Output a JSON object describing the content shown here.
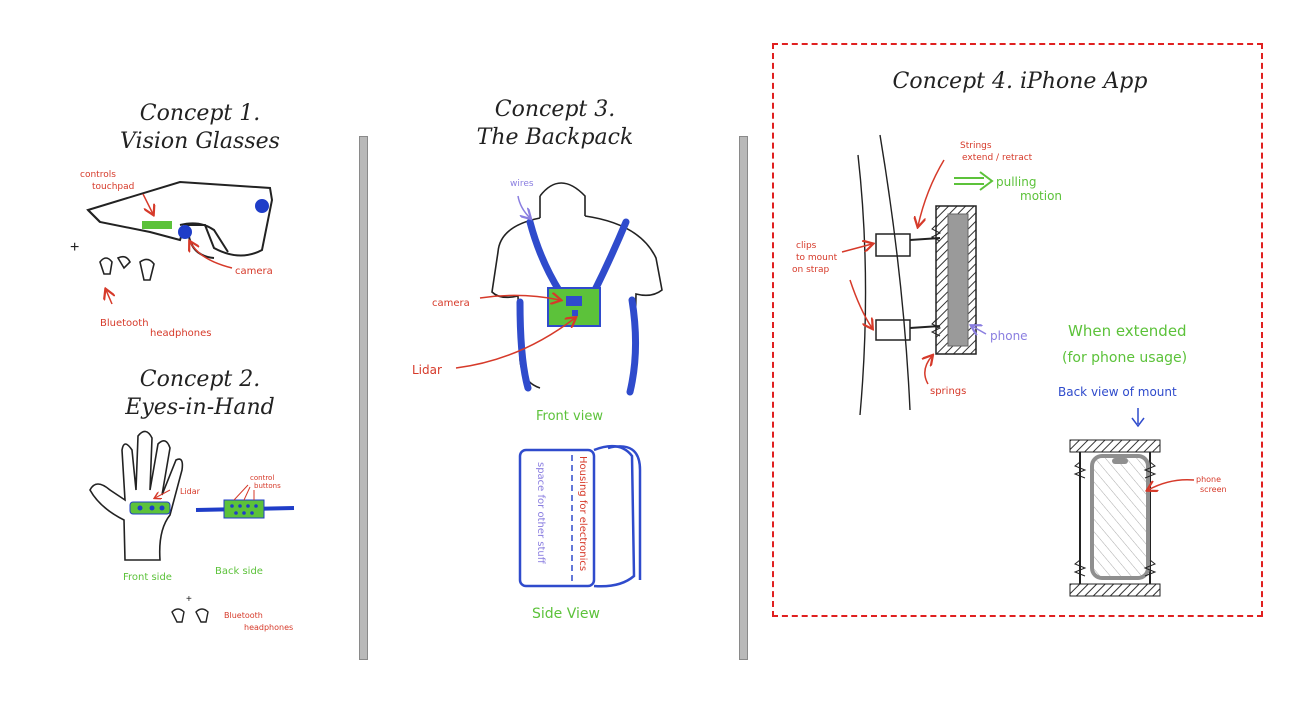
{
  "concepts": [
    {
      "title_line1": "Concept 1.",
      "title_line2": "Vision Glasses"
    },
    {
      "title_line1": "Concept 2.",
      "title_line2": "Eyes-in-Hand"
    },
    {
      "title_line1": "Concept 3.",
      "title_line2": "The Backpack"
    },
    {
      "title_line1": "Concept 4. iPhone App"
    }
  ],
  "sketch_labels": {
    "c1_controls": "controls",
    "c1_touchpad": "touchpad",
    "c1_camera": "camera",
    "c1_bluetooth": "Bluetooth",
    "c1_headphones": "headphones",
    "c1_plus": "+",
    "c2_lidar": "Lidar",
    "c2_control": "control",
    "c2_buttons": "buttons",
    "c2_front_side": "Front side",
    "c2_back_side": "Back side",
    "c2_bluetooth": "Bluetooth",
    "c2_headphones": "headphones",
    "c2_plus": "+",
    "c3_wires": "wires",
    "c3_camera": "camera",
    "c3_lidar": "Lidar",
    "c3_front_view": "Front view",
    "c3_side_view": "Side View",
    "c3_space": "space for other stuff",
    "c3_housing": "Housing for electronics",
    "c4_strings_1": "Strings",
    "c4_strings_2": "extend / retract",
    "c4_pulling_1": "pulling",
    "c4_pulling_2": "motion",
    "c4_clips_1": "clips",
    "c4_clips_2": "to mount",
    "c4_clips_3": "on strap",
    "c4_phone": "phone",
    "c4_springs": "springs",
    "c4_when_extended": "When extended",
    "c4_for_usage": "(for phone usage)",
    "c4_back_view": "Back view of mount",
    "c4_phone_screen_1": "phone",
    "c4_phone_screen_2": "screen"
  }
}
